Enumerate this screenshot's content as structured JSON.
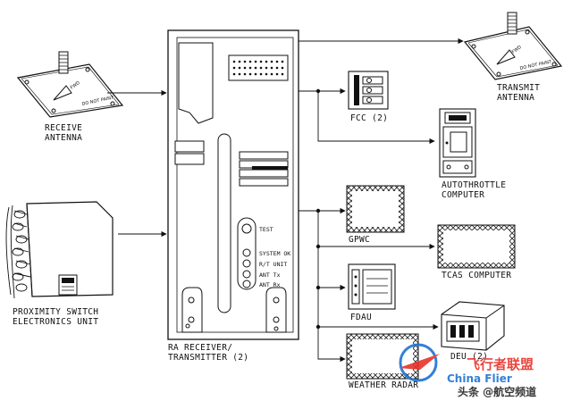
{
  "labels": {
    "receive_antenna": [
      "RECEIVE",
      "ANTENNA"
    ],
    "transmit_antenna": [
      "TRANSMIT",
      "ANTENNA"
    ],
    "proximity_unit": [
      "PROXIMITY SWITCH",
      "ELECTRONICS UNIT"
    ],
    "ra_unit": [
      "RA RECEIVER/",
      "TRANSMITTER (2)"
    ],
    "fcc": "FCC (2)",
    "autothrottle": [
      "AUTOTHROTTLE",
      "COMPUTER"
    ],
    "gpwc": "GPWC",
    "tcas": "TCAS COMPUTER",
    "fdau": "FDAU",
    "deu": "DEU (2)",
    "weather_radar": "WEATHER RADAR"
  },
  "ra_indicators": {
    "test": "TEST",
    "system_ok": "SYSTEM OK",
    "rt_unit": "R/T UNIT",
    "ant_tx": "ANT Tx",
    "ant_rx": "ANT Rx"
  },
  "antenna_plate_text": [
    "FWD",
    "DO NOT PAINT"
  ],
  "watermark": {
    "brand_cn": "飞行者联盟",
    "brand_en": "China Flier",
    "source": "头条 @航空频道"
  },
  "colors": {
    "line": "#111111",
    "watermark_blue": "#1e73d2",
    "watermark_red": "#e8312a"
  }
}
